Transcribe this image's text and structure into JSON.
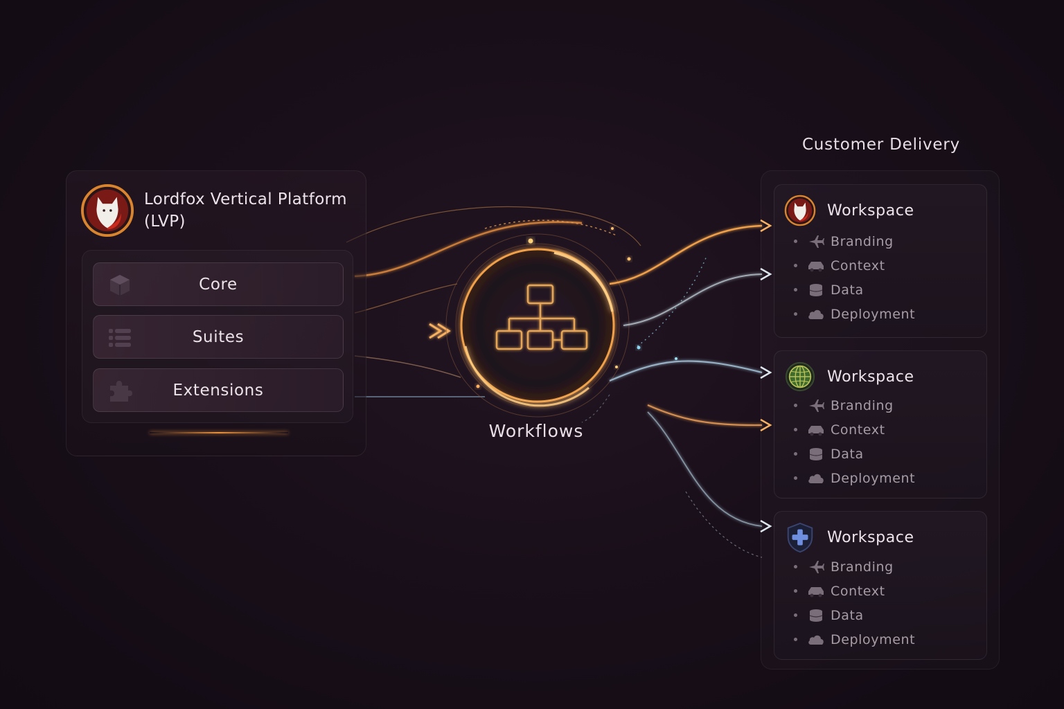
{
  "platform": {
    "logo_icon": "fox-logo-icon",
    "title": "Lordfox Vertical Platform (LVP)",
    "modules": [
      {
        "label": "Core",
        "icon": "cube-icon"
      },
      {
        "label": "Suites",
        "icon": "list-icon"
      },
      {
        "label": "Extensions",
        "icon": "puzzle-icon"
      }
    ]
  },
  "hub": {
    "label": "Workflows",
    "icon": "hierarchy-icon"
  },
  "delivery": {
    "title": "Customer Delivery",
    "workspaces": [
      {
        "title": "Workspace",
        "icon": "fox-logo-icon",
        "items": [
          {
            "label": "Branding",
            "icon": "plane-icon"
          },
          {
            "label": "Context",
            "icon": "car-icon"
          },
          {
            "label": "Data",
            "icon": "database-icon"
          },
          {
            "label": "Deployment",
            "icon": "cloud-icon"
          }
        ]
      },
      {
        "title": "Workspace",
        "icon": "globe-icon",
        "items": [
          {
            "label": "Branding",
            "icon": "plane-icon"
          },
          {
            "label": "Context",
            "icon": "car-icon"
          },
          {
            "label": "Data",
            "icon": "database-icon"
          },
          {
            "label": "Deployment",
            "icon": "cloud-icon"
          }
        ]
      },
      {
        "title": "Workspace",
        "icon": "medical-shield-icon",
        "items": [
          {
            "label": "Branding",
            "icon": "plane-icon"
          },
          {
            "label": "Context",
            "icon": "car-icon"
          },
          {
            "label": "Data",
            "icon": "database-icon"
          },
          {
            "label": "Deployment",
            "icon": "cloud-icon"
          }
        ]
      }
    ]
  },
  "colors": {
    "accent_orange": "#f0a04a",
    "accent_blue": "#a9c8e0",
    "background": "#190f1a"
  }
}
